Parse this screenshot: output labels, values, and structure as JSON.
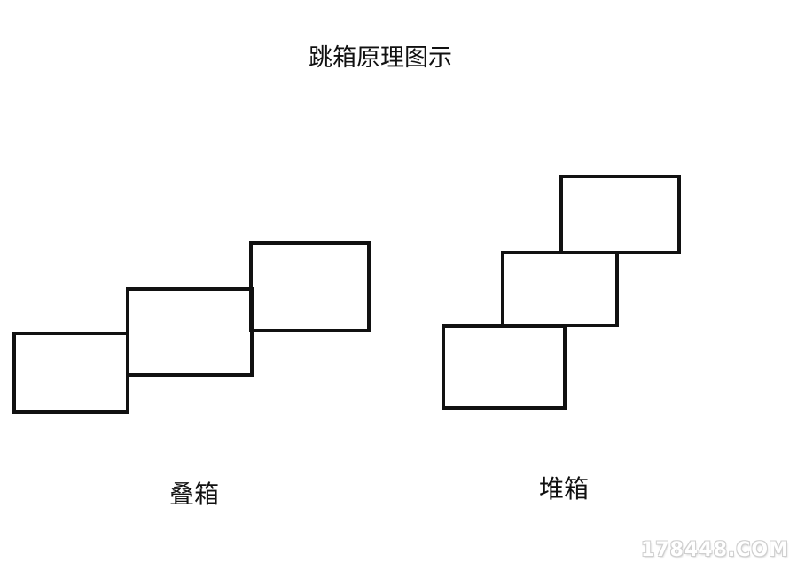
{
  "title": "跳箱原理图示",
  "left_diagram": {
    "label": "叠箱"
  },
  "right_diagram": {
    "label": "堆箱"
  },
  "watermark": "178448.COM",
  "colors": {
    "stroke": "#111111",
    "background": "#ffffff"
  }
}
